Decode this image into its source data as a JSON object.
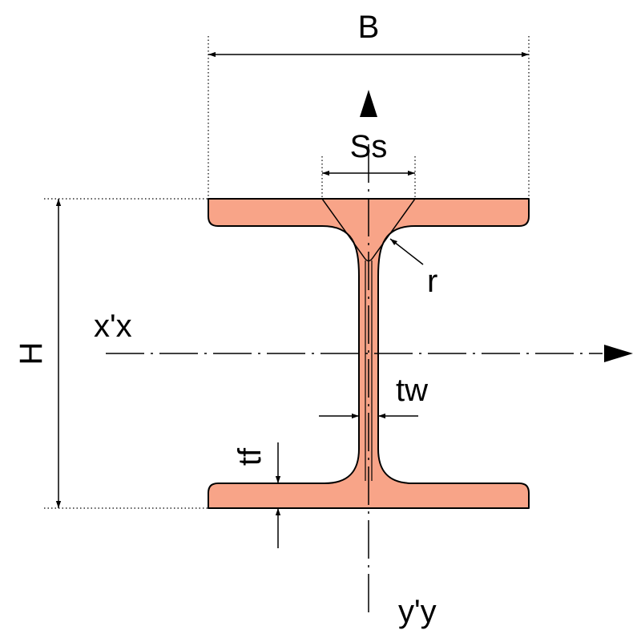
{
  "colors": {
    "section_fill": "#F8A488",
    "stroke": "#000000",
    "background": "#FFFFFF"
  },
  "labels": {
    "width": "B",
    "height": "H",
    "weld_size": "Ss",
    "root_radius": "r",
    "major_axis": "x'x",
    "minor_axis": "y'y",
    "web_thickness": "tw",
    "flange_thickness": "tf"
  }
}
